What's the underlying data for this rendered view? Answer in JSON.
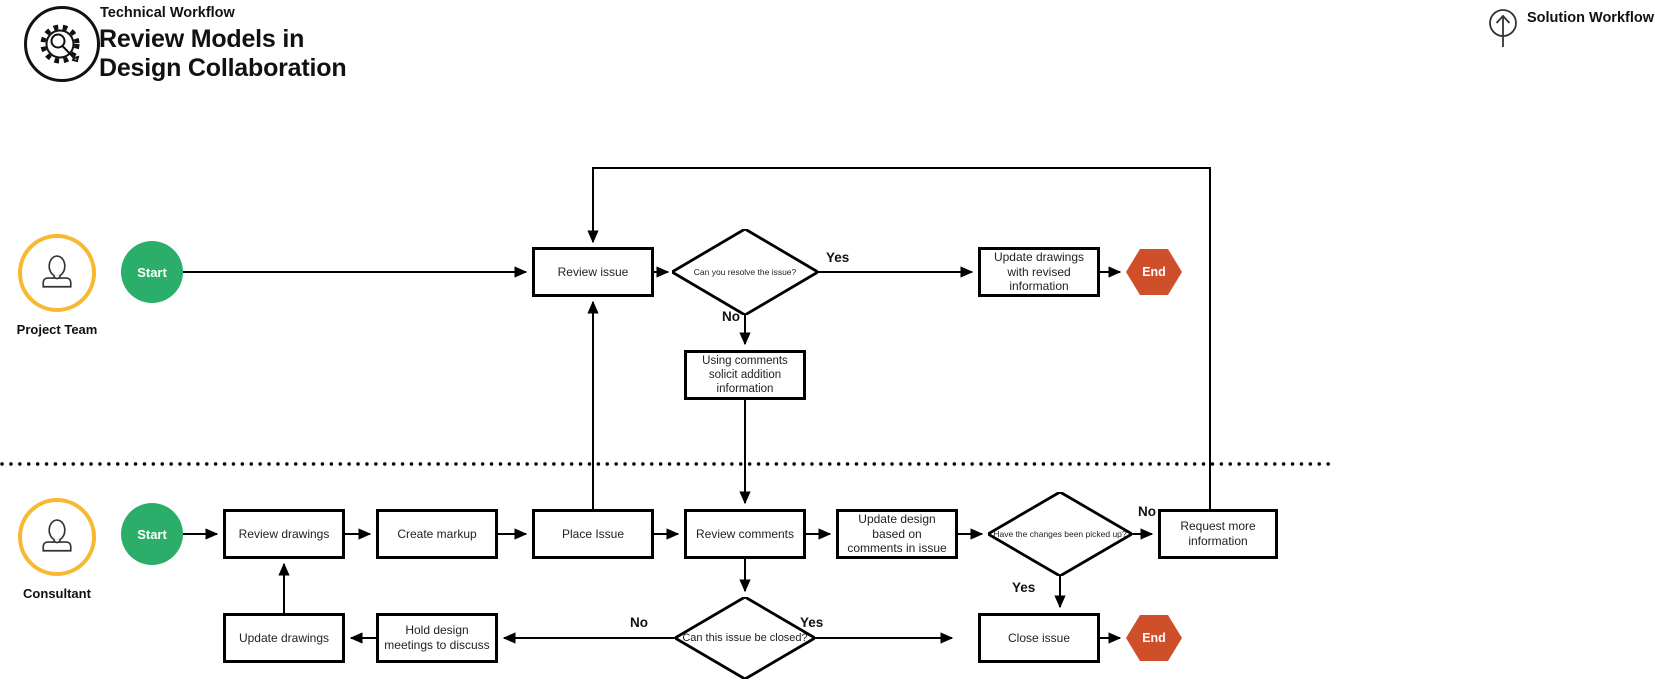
{
  "header": {
    "eyebrow": "Technical Workflow",
    "title_line1": "Review Models in",
    "title_line2": "Design Collaboration",
    "solution_label": "Solution Workflow"
  },
  "lanes": {
    "lane1": "Project Team",
    "lane2": "Consultant"
  },
  "nodes": {
    "start1": "Start",
    "review_issue": "Review issue",
    "resolve_q": "Can you resolve the issue?",
    "update_revised": "Update drawings with revised information",
    "end1": "End",
    "using_comments": "Using comments solicit addition information",
    "start2": "Start",
    "review_drawings": "Review drawings",
    "create_markup": "Create markup",
    "place_issue": "Place Issue",
    "review_comments": "Review comments",
    "update_design": "Update design based on comments in issue",
    "changes_q": "Have the changes been picked up?",
    "request_info": "Request more information",
    "close_issue": "Close issue",
    "end2": "End",
    "closed_q": "Can this issue be closed?",
    "hold_meetings": "Hold design meetings to discuss",
    "update_drawings": "Update drawings"
  },
  "edge_labels": {
    "resolve_yes": "Yes",
    "resolve_no": "No",
    "changes_no": "No",
    "changes_yes": "Yes",
    "closed_yes": "Yes",
    "closed_no": "No"
  },
  "icons": {
    "logo": "gear-wrench-icon",
    "solution": "arrow-up-circle-icon",
    "persona": "person-icon"
  },
  "colors": {
    "start_green": "#2BAE6A",
    "end_orange": "#CF4F2B",
    "persona_yellow": "#F7B932",
    "line_black": "#000000"
  }
}
